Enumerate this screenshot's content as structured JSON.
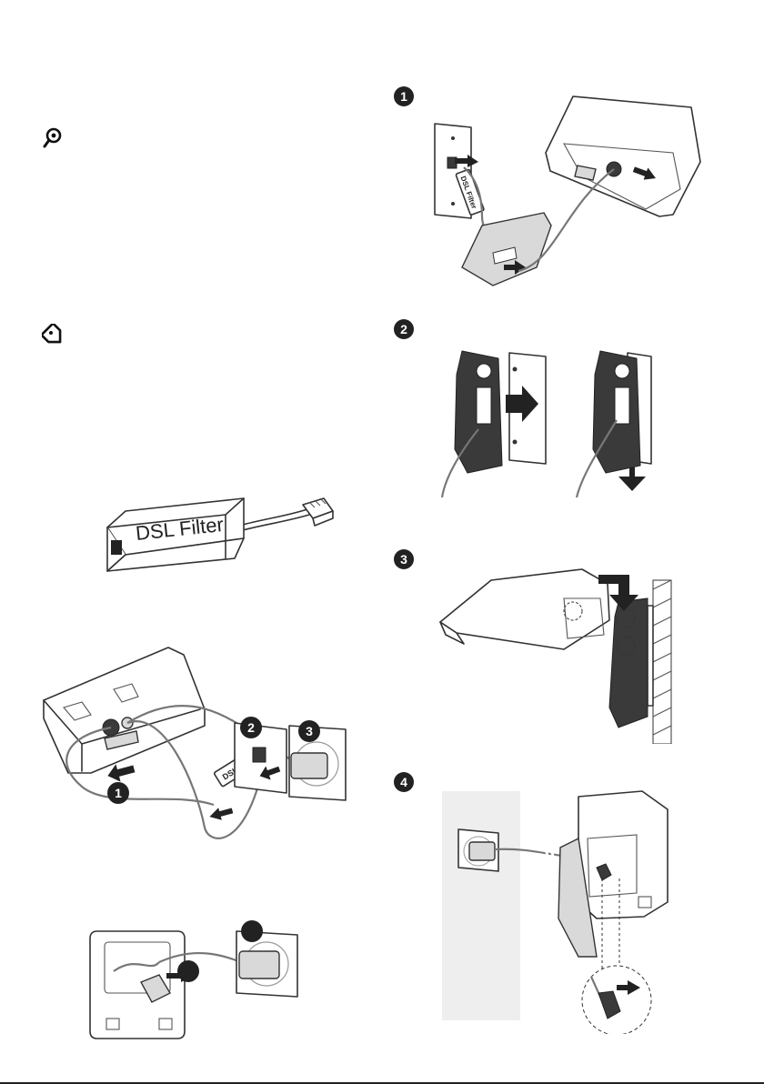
{
  "icons": {
    "tip": "tip-icon",
    "note": "note-icon"
  },
  "dsl_filter": {
    "label": "DSL Filter",
    "small_label": "DSL Filter"
  },
  "connection_steps": [
    "1",
    "2",
    "3"
  ],
  "wall_mount_steps": [
    "1",
    "2",
    "3",
    "4"
  ]
}
